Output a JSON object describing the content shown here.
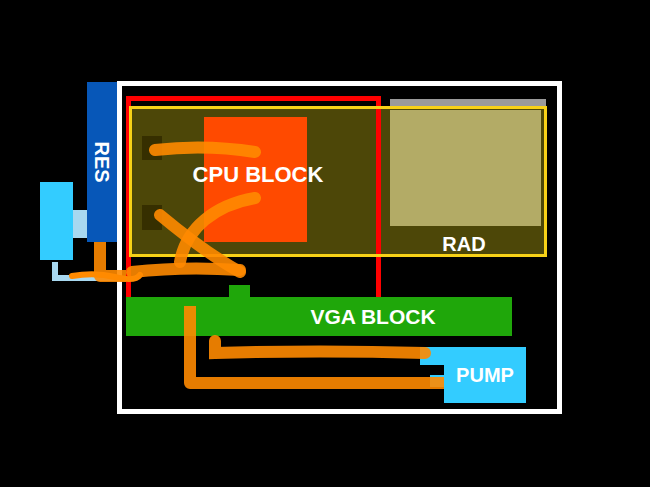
{
  "diagram": {
    "nodes": [
      {
        "text": [
          "RES"
        ]
      },
      {
        "text": [
          "CPU BLOCK"
        ]
      },
      {
        "text": [
          "RAD"
        ]
      },
      {
        "text": [
          "VGA BLOCK"
        ]
      },
      {
        "text": [
          "PUMP"
        ]
      }
    ],
    "edges": [
      {
        "from": 0,
        "to": 1,
        "arrow": "none"
      },
      {
        "from": 1,
        "to": 4,
        "arrow": "none"
      }
    ]
  }
}
